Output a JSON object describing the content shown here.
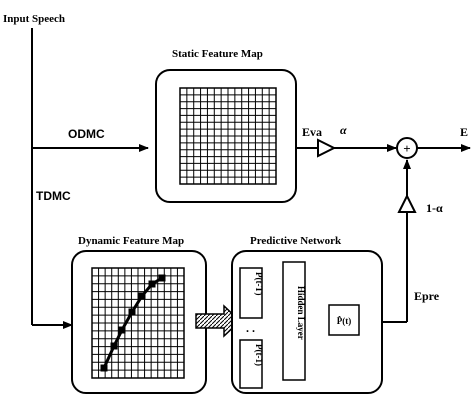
{
  "labels": {
    "input_speech": "Input Speech",
    "static_feature_map": "Static Feature Map",
    "odmc": "ODMC",
    "eva": "Eva",
    "alpha": "α",
    "output_e": "E",
    "tdmc": "TDMC",
    "dynamic_feature_map": "Dynamic Feature Map",
    "predictive_network": "Predictive Network",
    "one_minus_alpha": "1-α",
    "epre": "Epre",
    "p_t_minus_T": "P(t-T)",
    "dots": ". .",
    "p_t_minus_1": "P(t-1)",
    "hidden_layer": "Hidden Layer",
    "p_hat_t": "P̂(t)",
    "sum_symbol": "+"
  },
  "grids": {
    "static": {
      "rows": 14,
      "cols": 14
    },
    "dynamic": {
      "rows": 14,
      "cols": 14
    }
  }
}
